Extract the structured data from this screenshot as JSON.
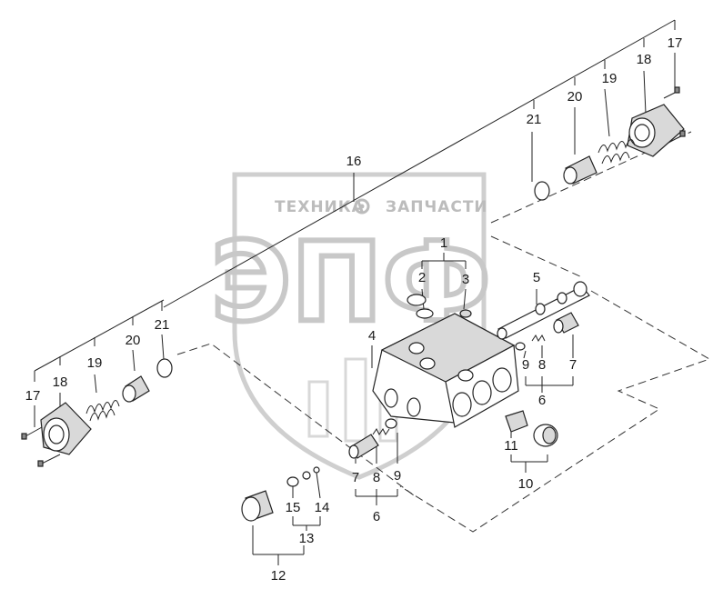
{
  "watermark": {
    "brand_left": "ТЕХНИКА",
    "brand_right": "ЗАПЧАСТИ",
    "logo_letters": "ЭПФ"
  },
  "callouts": {
    "c1": "1",
    "c2": "2",
    "c3": "3",
    "c4": "4",
    "c5": "5",
    "c6a": "6",
    "c6b": "6",
    "c7a": "7",
    "c7b": "7",
    "c8a": "8",
    "c8b": "8",
    "c9a": "9",
    "c9b": "9",
    "c10": "10",
    "c11": "11",
    "c12": "12",
    "c13": "13",
    "c14": "14",
    "c15": "15",
    "c16": "16",
    "c17a": "17",
    "c17b": "17",
    "c18a": "18",
    "c18b": "18",
    "c19a": "19",
    "c19b": "19",
    "c20a": "20",
    "c20b": "20",
    "c21a": "21",
    "c21b": "21"
  },
  "colors": {
    "line": "#222222",
    "watermark": "#c8c8c8",
    "part_fill": "#d9d9d9"
  }
}
